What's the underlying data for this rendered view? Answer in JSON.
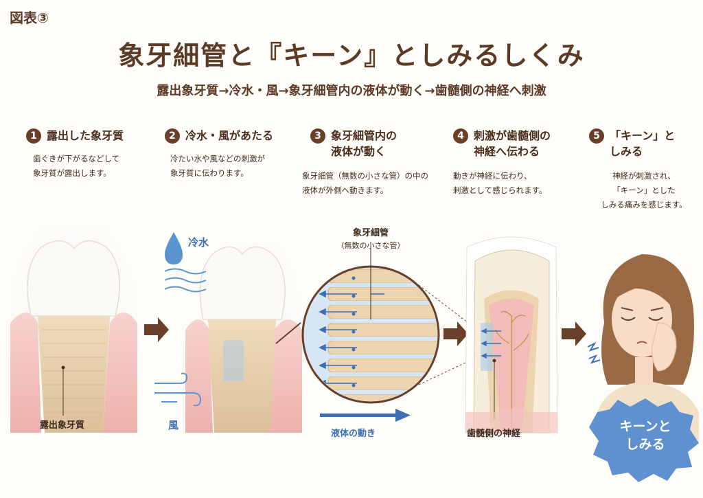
{
  "figure_label": "図表③",
  "title": "象牙細管と『キーン』としみるしくみ",
  "subtitle": "露出象牙質→冷水・風→象牙細管内の液体が動く→歯髄側の神経へ刺激",
  "steps": [
    {
      "num": "1",
      "title": "露出した象牙質",
      "desc": "歯ぐきが下がるなどして\n象牙質が露出します。"
    },
    {
      "num": "2",
      "title": "冷水・風があたる",
      "desc": "冷たい水や風などの刺激が\n象牙質に伝わります。"
    },
    {
      "num": "3",
      "title": "象牙細管内の\n液体が動く",
      "desc": "象牙細管（無数の小さな管）の中の\n液体が外側へ動きます。"
    },
    {
      "num": "4",
      "title": "刺激が歯髄側の\n神経へ伝わる",
      "desc": "動きが神経に伝わり、\n刺激として感じられます。"
    },
    {
      "num": "5",
      "title": "「キーン」と\nしみる",
      "desc": "神経が刺激され、\n「キーン」とした\nしみる痛みを感じます。"
    }
  ],
  "labels": {
    "exposed_dentin": "露出象牙質",
    "cold_water": "冷水",
    "wind": "風",
    "tubule_name": "象牙細管",
    "tubule_note": "（無数の小さな管）",
    "fluid_movement": "液体の動き",
    "pulp_nerve": "歯髄側の神経",
    "callout": "キーンと\nしみる"
  },
  "colors": {
    "brown": "#6a3f2a",
    "blue": "#3c6fb3",
    "gum": "#f3c3bf",
    "dentin": "#e9d3b0",
    "enamel": "#fbfaf6"
  }
}
